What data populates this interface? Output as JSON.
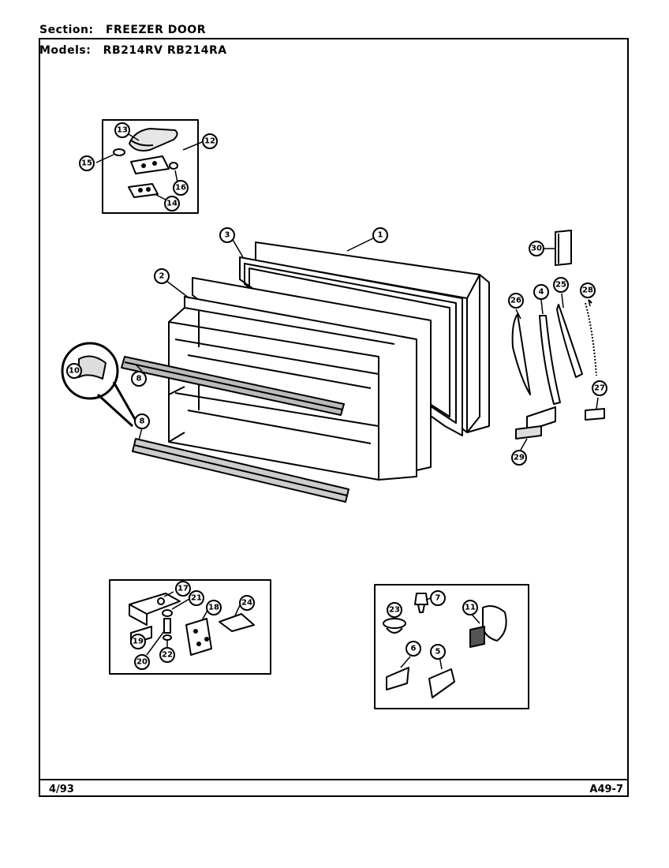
{
  "header": {
    "section_key": "Section:",
    "section_value": "FREEZER DOOR",
    "models_key": "Models:",
    "models_value": "RB214RV RB214RA"
  },
  "footer": {
    "date": "4/93",
    "code": "A49-7"
  },
  "callouts": [
    {
      "id": "c13",
      "label": "13"
    },
    {
      "id": "c12",
      "label": "12"
    },
    {
      "id": "c15a",
      "label": "15"
    },
    {
      "id": "c16",
      "label": "16"
    },
    {
      "id": "c14",
      "label": "14"
    },
    {
      "id": "c3",
      "label": "3"
    },
    {
      "id": "c1",
      "label": "1"
    },
    {
      "id": "c2",
      "label": "2"
    },
    {
      "id": "c30",
      "label": "30"
    },
    {
      "id": "c26",
      "label": "26"
    },
    {
      "id": "c4",
      "label": "4"
    },
    {
      "id": "c25",
      "label": "25"
    },
    {
      "id": "c28",
      "label": "28"
    },
    {
      "id": "c27",
      "label": "27"
    },
    {
      "id": "c29",
      "label": "29"
    },
    {
      "id": "c10",
      "label": "10"
    },
    {
      "id": "c8a",
      "label": "8"
    },
    {
      "id": "c8b",
      "label": "8"
    },
    {
      "id": "c17",
      "label": "17"
    },
    {
      "id": "c21",
      "label": "21"
    },
    {
      "id": "c18",
      "label": "18"
    },
    {
      "id": "c24",
      "label": "24"
    },
    {
      "id": "c19",
      "label": "19"
    },
    {
      "id": "c20",
      "label": "20"
    },
    {
      "id": "c22",
      "label": "22"
    },
    {
      "id": "c7",
      "label": "7"
    },
    {
      "id": "c23",
      "label": "23"
    },
    {
      "id": "c11",
      "label": "11"
    },
    {
      "id": "c6",
      "label": "6"
    },
    {
      "id": "c5",
      "label": "5"
    }
  ]
}
